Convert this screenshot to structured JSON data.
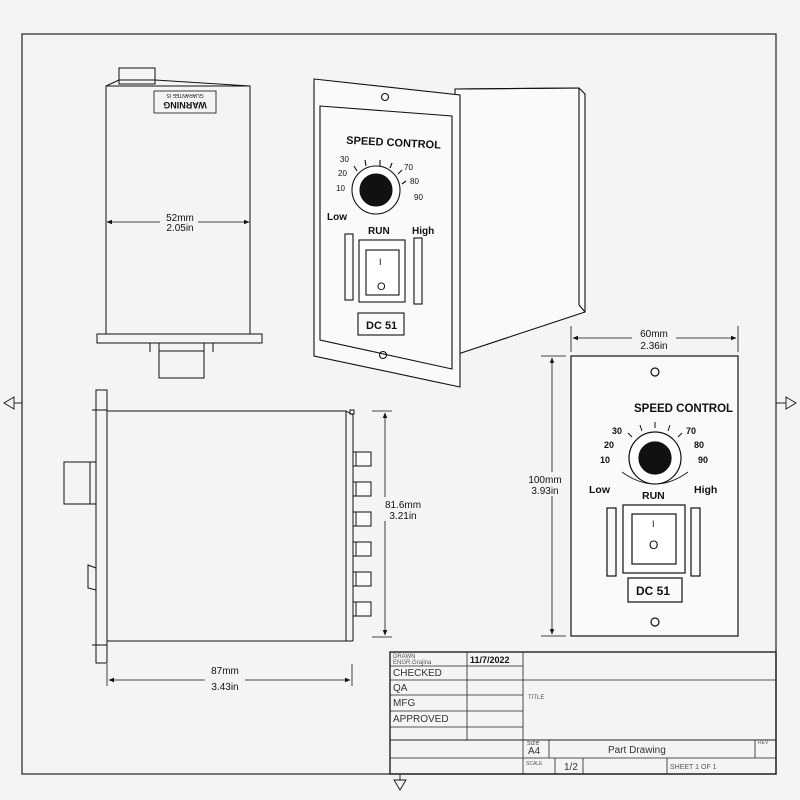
{
  "panel": {
    "heading": "SPEED CONTROL",
    "scale_left": [
      "30",
      "20",
      "10"
    ],
    "scale_right": [
      "70",
      "80",
      "90"
    ],
    "low_label": "Low",
    "high_label": "High",
    "run_label": "RUN",
    "model": "DC 51",
    "switch_on_mark": "I",
    "switch_off_mark": "O"
  },
  "side_label": {
    "warning": "WARNING",
    "guarantee": "GUARANTEE IS"
  },
  "dimensions": {
    "top_width_mm": "52mm",
    "top_width_in": "2.05in",
    "front_width_mm": "60mm",
    "front_width_in": "2.36in",
    "front_height_mm": "100mm",
    "front_height_in": "3.93in",
    "side_height_mm": "81.6mm",
    "side_height_in": "3.21in",
    "side_length_mm": "87mm",
    "side_length_in": "3.43in"
  },
  "title_block": {
    "drawn": "DRAWN",
    "engineer": "ENGR.Grajina",
    "date": "11/7/2022",
    "checked": "CHECKED",
    "qa": "QA",
    "mfg": "MFG",
    "approved": "APPROVED",
    "title_label": "TITLE",
    "size_label": "size",
    "size_value": "A4",
    "drawing_title": "Part Drawing",
    "rev_label": "REV",
    "scale_label": "SCALE",
    "scale_value": "1/2",
    "sheet": "SHEET 1 OF 1"
  }
}
